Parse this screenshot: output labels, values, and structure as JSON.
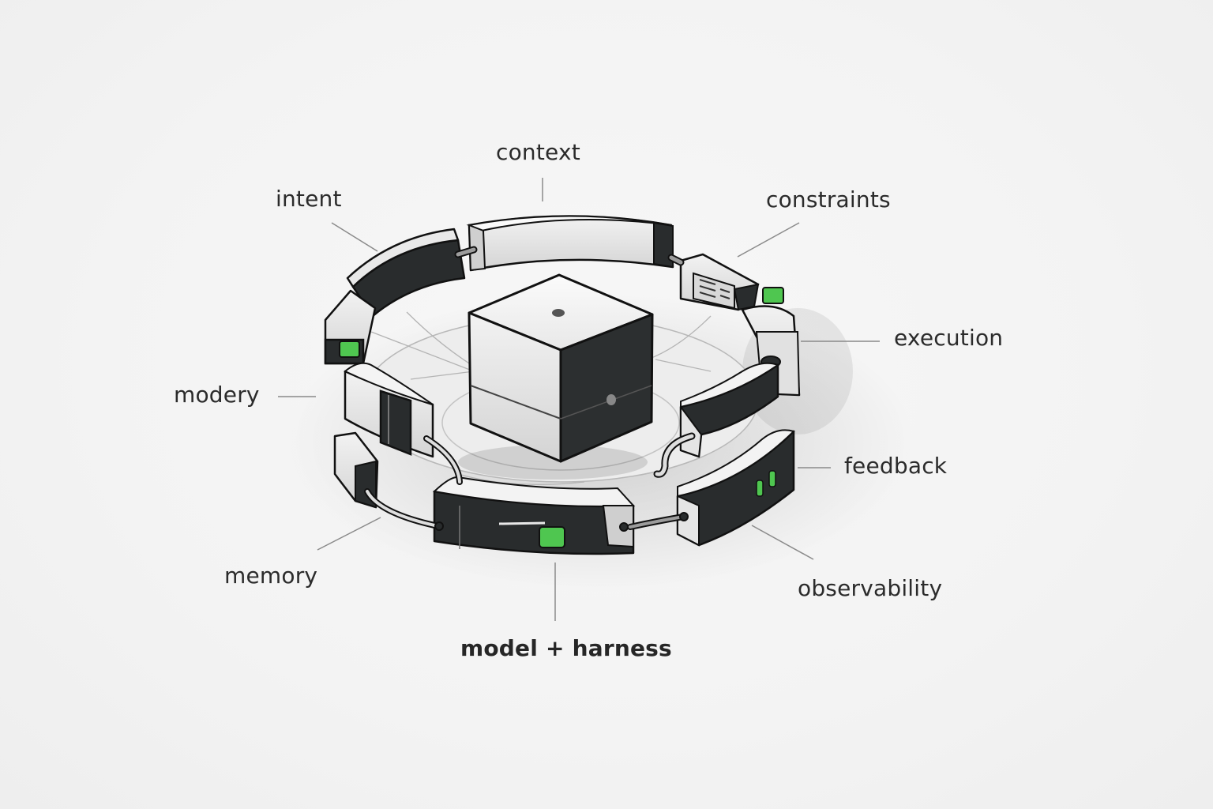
{
  "labels": {
    "context": "context",
    "intent": "intent",
    "constraints": "constraints",
    "execution": "execution",
    "modery": "modery",
    "feedback": "feedback",
    "memory": "memory",
    "observability": "observability",
    "model_harness": "model + harness"
  },
  "colors": {
    "background": "#f4f4f4",
    "dark_module": "#2a2d2e",
    "light_module": "#e6e6e6",
    "accent_green": "#4fc650",
    "line": "#8a8a8a"
  },
  "icons": {
    "core": "cube-icon",
    "status": "status-light-icon"
  }
}
